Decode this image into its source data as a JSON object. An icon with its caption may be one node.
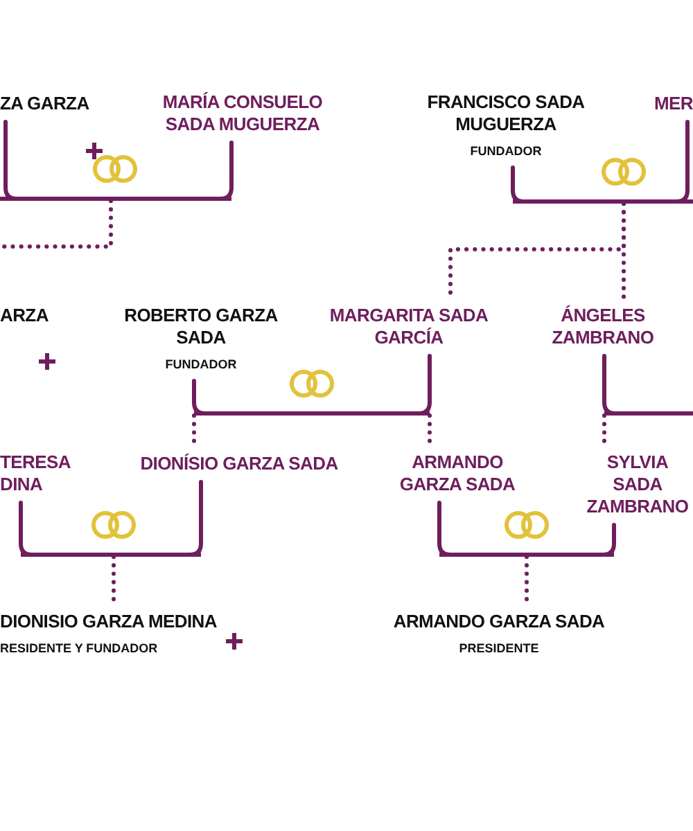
{
  "diagram": {
    "nodes": [
      {
        "text": [
          "ZA GARZA"
        ]
      },
      {
        "text": [
          "MARÍA CONSUELO SADA MUGUERZA"
        ]
      },
      {
        "text": [
          "FRANCISCO SADA MUGUERZA",
          "FUNDADOR"
        ]
      },
      {
        "text": [
          "MER"
        ]
      },
      {
        "text": [],
        "shape": "bracket"
      },
      {
        "text": [],
        "shape": "bracket"
      },
      {
        "text": [
          "ARZA"
        ]
      },
      {
        "text": [
          "ROBERTO GARZA SADA",
          "FUNDADOR"
        ]
      },
      {
        "text": [
          "MARGARITA SADA GARCÍA"
        ]
      },
      {
        "text": [
          "ÁNGELES ZAMBRANO"
        ]
      },
      {
        "text": [],
        "shape": "bracket"
      },
      {
        "text": [],
        "shape": "bracket"
      },
      {
        "text": [
          "TERESA DINA"
        ]
      },
      {
        "text": [
          "DIONÍSIO GARZA SADA"
        ]
      },
      {
        "text": [
          "ARMANDO GARZA SADA"
        ]
      },
      {
        "text": [
          "SYLVIA SADA ZAMBRANO"
        ]
      },
      {
        "text": [],
        "shape": "bracket"
      },
      {
        "text": [],
        "shape": "bracket"
      },
      {
        "text": [
          "DIONISIO GARZA MEDINA",
          "RESIDENTE Y FUNDADOR"
        ]
      },
      {
        "text": [
          "ARMANDO GARZA SADA",
          "PRESIDENTE"
        ]
      }
    ],
    "edges": [
      {
        "from": 0,
        "to": 4,
        "arrow": "none"
      },
      {
        "from": 1,
        "to": 4,
        "arrow": "none"
      },
      {
        "from": 4,
        "to": null,
        "arrow": "none",
        "style": "dashed"
      },
      {
        "from": 2,
        "to": 5,
        "arrow": "none"
      },
      {
        "from": 3,
        "to": 5,
        "arrow": "none"
      },
      {
        "from": 5,
        "to": 8,
        "arrow": "none",
        "style": "dashed"
      },
      {
        "from": 5,
        "to": 9,
        "arrow": "none",
        "style": "dashed"
      },
      {
        "from": 7,
        "to": 10,
        "arrow": "none"
      },
      {
        "from": 8,
        "to": 10,
        "arrow": "none"
      },
      {
        "from": 10,
        "to": 13,
        "arrow": "none",
        "style": "dashed"
      },
      {
        "from": 10,
        "to": 14,
        "arrow": "none",
        "style": "dashed"
      },
      {
        "from": 9,
        "to": 11,
        "arrow": "none"
      },
      {
        "from": 11,
        "to": 15,
        "arrow": "none",
        "style": "dashed"
      },
      {
        "from": 12,
        "to": 16,
        "arrow": "none"
      },
      {
        "from": 13,
        "to": 16,
        "arrow": "none"
      },
      {
        "from": 16,
        "to": 18,
        "arrow": "none",
        "style": "dashed"
      },
      {
        "from": 14,
        "to": 17,
        "arrow": "none"
      },
      {
        "from": 15,
        "to": 17,
        "arrow": "none"
      },
      {
        "from": 17,
        "to": 19,
        "arrow": "none",
        "style": "dashed"
      }
    ]
  }
}
